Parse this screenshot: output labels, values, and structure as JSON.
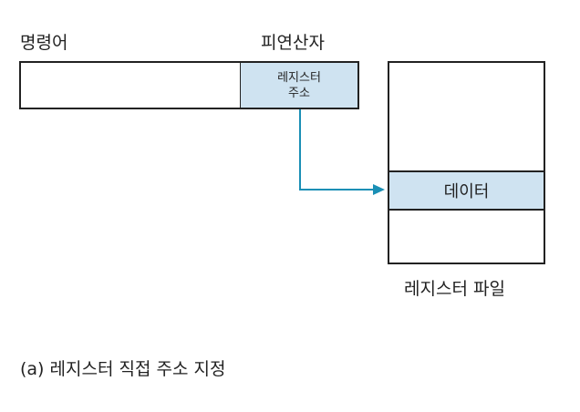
{
  "instruction": {
    "opcode_label": "명령어",
    "operand_label": "피연산자",
    "operand_field_line1": "레지스터",
    "operand_field_line2": "주소"
  },
  "register_file": {
    "data_label": "데이터",
    "caption": "레지스터 파일"
  },
  "figure_caption": "(a) 레지스터 직접 주소 지정",
  "colors": {
    "highlight_fill": "#cfe3f1",
    "arrow": "#1a8fb5",
    "stroke": "#222222"
  }
}
